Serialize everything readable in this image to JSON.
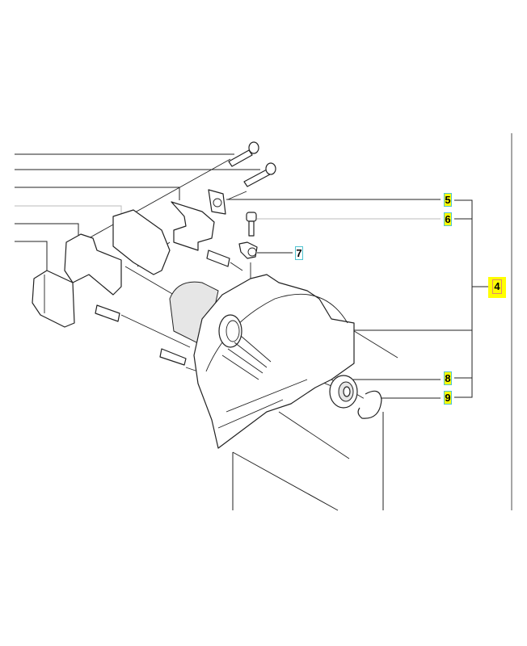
{
  "diagram": {
    "callouts": [
      {
        "id": "5",
        "label": "5",
        "style": "highlighted"
      },
      {
        "id": "6",
        "label": "6",
        "style": "highlighted"
      },
      {
        "id": "7",
        "label": "7",
        "style": "plain"
      },
      {
        "id": "4",
        "label": "4",
        "style": "main-highlighted"
      },
      {
        "id": "8",
        "label": "8",
        "style": "highlighted"
      },
      {
        "id": "9",
        "label": "9",
        "style": "highlighted"
      }
    ],
    "colors": {
      "highlight": "#ffff00",
      "callout_border": "#4fc3d0",
      "main_callout_border": "#e08a6a",
      "line": "#222222"
    }
  }
}
